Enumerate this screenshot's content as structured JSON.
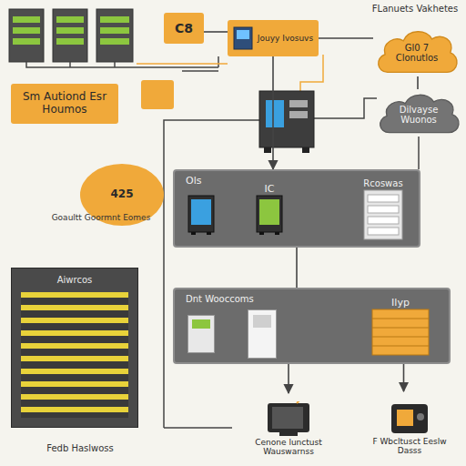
{
  "diagram": {
    "nodes": [
      {
        "text": [
          "C8"
        ]
      },
      {
        "text": [
          "Jouyy Ivosuvs"
        ]
      },
      {
        "text": [
          "Gl0 7 Clonutlos"
        ]
      },
      {
        "text": [
          "Sm Autiond Esr Houmos"
        ]
      },
      {
        "text": [
          "Dilvayse Wuonos"
        ]
      },
      {
        "text": [
          "425",
          "Goaultt Goormnt Eomes"
        ]
      },
      {
        "text": [
          "Ols"
        ]
      },
      {
        "text": [
          "IC"
        ],
        "in": 6
      },
      {
        "text": [
          "Rcoswas"
        ],
        "in": 6
      },
      {
        "text": [
          "Dnt Wooccoms"
        ]
      },
      {
        "text": [
          "Ilyp"
        ],
        "in": 9
      },
      {
        "text": [
          "Aiwrcos",
          "Fedb Haslwoss"
        ]
      },
      {
        "text": [
          "Cenone lunctust Wauswarnss"
        ]
      },
      {
        "text": [
          "F Wbcltusct Eeslw Dasss"
        ]
      }
    ],
    "edges": [
      {
        "from": 0,
        "to": 1,
        "arrow": "none"
      },
      {
        "from": 1,
        "to": 6,
        "arrow": "to"
      },
      {
        "from": 6,
        "to": 9,
        "arrow": "none"
      },
      {
        "from": 9,
        "to": 12,
        "arrow": "to"
      },
      {
        "from": 9,
        "to": 13,
        "arrow": "to"
      },
      {
        "from": 2,
        "to": 4,
        "arrow": "none"
      }
    ],
    "labels": [
      "FLanuets Vakhetes"
    ]
  }
}
